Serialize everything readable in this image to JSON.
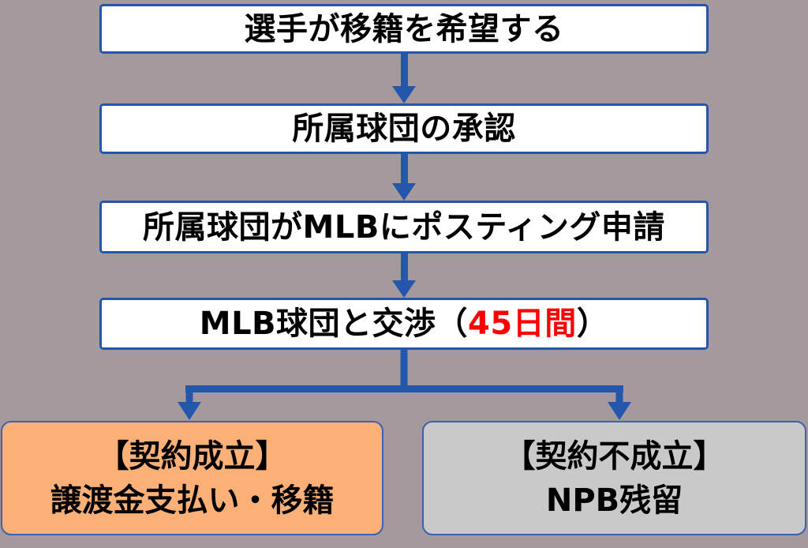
{
  "diagram": {
    "description": "NPB to MLB posting system flowchart",
    "flow_steps": [
      {
        "label": "選手が移籍を希望する"
      },
      {
        "label": "所属球団の承認"
      },
      {
        "label": "所属球団がMLBにポスティング申請"
      },
      {
        "label_parts": {
          "before": "MLB球団と交渉（",
          "highlight": "45日間",
          "after": "）"
        }
      }
    ],
    "outcomes": {
      "success": {
        "heading": "【契約成立】",
        "detail": "譲渡金支払い・移籍"
      },
      "failure": {
        "heading": "【契約不成立】",
        "detail": "NPB残留"
      }
    },
    "colors": {
      "background": "#a49a9e",
      "connector_blue": "#2456ab",
      "box_border_blue": "#2456ab",
      "box_fill_white": "#ffffff",
      "success_fill": "#fbb078",
      "failure_fill": "#c9c9c9",
      "highlight_red": "#ff0000",
      "text_black": "#000000"
    }
  }
}
